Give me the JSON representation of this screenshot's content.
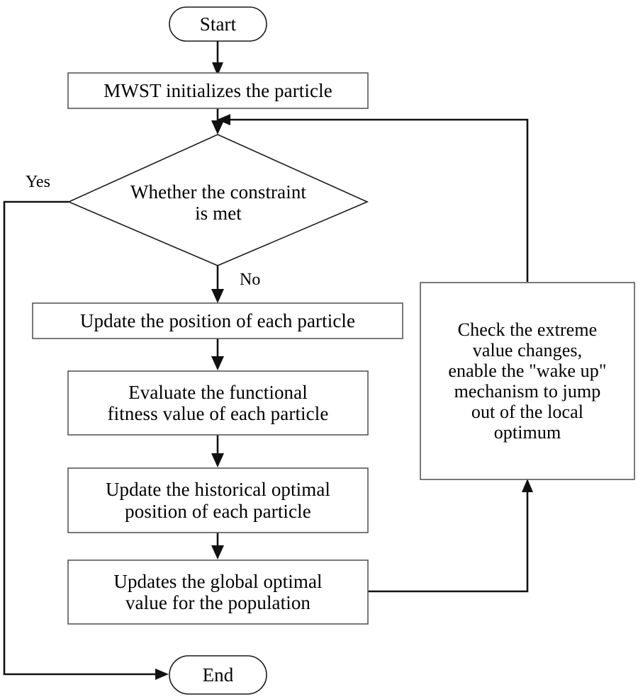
{
  "diagram": {
    "title": "PSO algorithm flowchart with MWST initialization and wake-up mechanism",
    "background_color": "#ffffff",
    "line_color": "#111111",
    "box_border_color": "#58585a",
    "text_color": "#000000",
    "nodes": [
      {
        "id": "start",
        "shape": "rounded-terminator",
        "text": "Start"
      },
      {
        "id": "init",
        "shape": "rectangle",
        "text": "MWST initializes the particle"
      },
      {
        "id": "decision",
        "shape": "diamond",
        "text": "Whether the constraint\nis met"
      },
      {
        "id": "update_pos",
        "shape": "rectangle",
        "text": "Update the position of each particle"
      },
      {
        "id": "evaluate",
        "shape": "rectangle",
        "text": "Evaluate the functional\nfitness value of each particle"
      },
      {
        "id": "hist_opt",
        "shape": "rectangle",
        "text": "Update the historical optimal\nposition of each particle"
      },
      {
        "id": "global_opt",
        "shape": "rectangle",
        "text": "Updates the global optimal\nvalue for the population"
      },
      {
        "id": "check",
        "shape": "rectangle",
        "text": "Check the extreme\nvalue changes,\nenable the \"wake up\"\nmechanism to jump\nout of the local\noptimum"
      },
      {
        "id": "end",
        "shape": "rounded-terminator",
        "text": "End"
      }
    ],
    "edge_labels": {
      "yes": "Yes",
      "no": "No"
    },
    "edges": [
      {
        "from": "start",
        "to": "init",
        "label": ""
      },
      {
        "from": "init",
        "to": "decision",
        "label": ""
      },
      {
        "from": "decision",
        "to": "end",
        "label": "Yes"
      },
      {
        "from": "decision",
        "to": "update_pos",
        "label": "No"
      },
      {
        "from": "update_pos",
        "to": "evaluate",
        "label": ""
      },
      {
        "from": "evaluate",
        "to": "hist_opt",
        "label": ""
      },
      {
        "from": "hist_opt",
        "to": "global_opt",
        "label": ""
      },
      {
        "from": "global_opt",
        "to": "check",
        "label": ""
      },
      {
        "from": "check",
        "to": "decision",
        "label": ""
      }
    ]
  }
}
